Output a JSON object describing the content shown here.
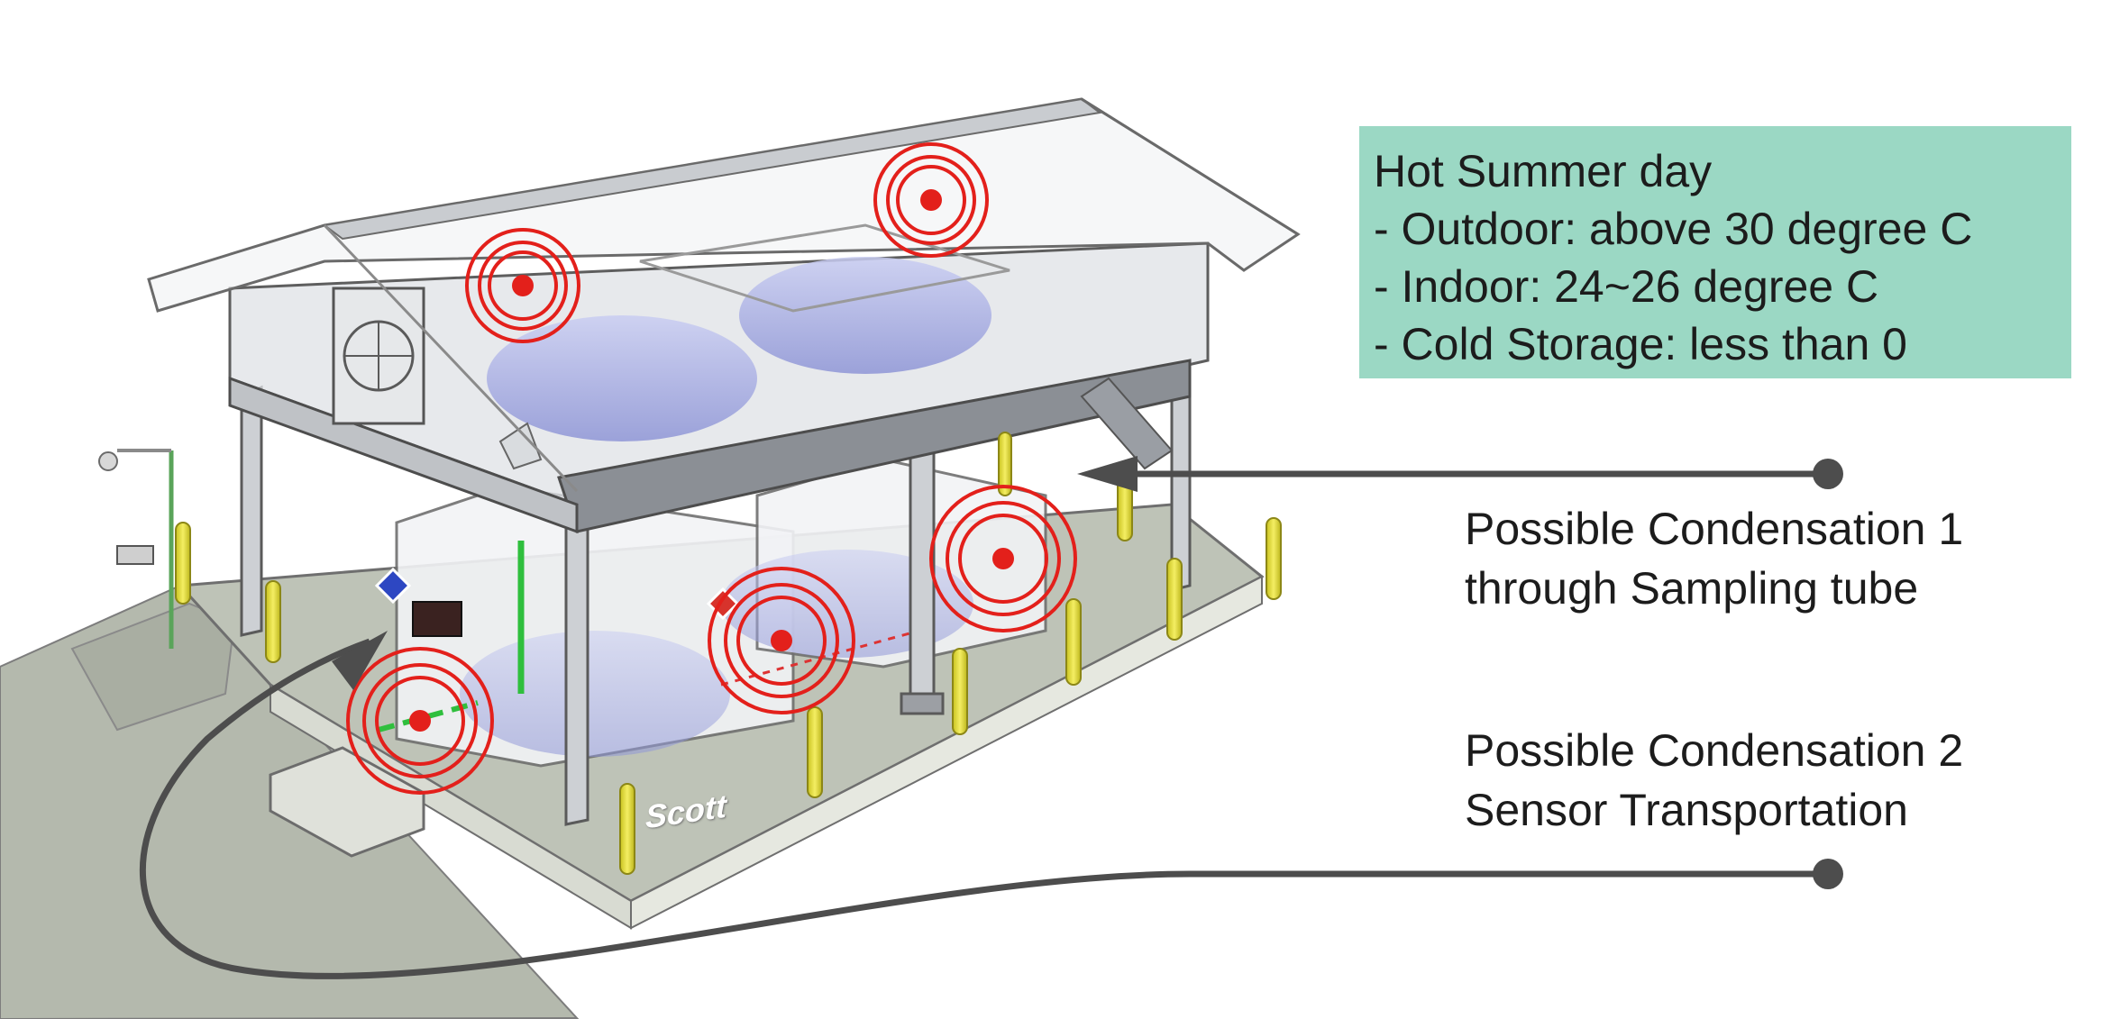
{
  "conditions": {
    "title": "Hot Summer day",
    "items": [
      "- Outdoor: above 30 degree C",
      "- Indoor: 24~26 degree C",
      "- Cold Storage: less than 0"
    ]
  },
  "callouts": [
    {
      "line1": "Possible Condensation 1",
      "line2": "through Sampling tube"
    },
    {
      "line1": "Possible Condensation 2",
      "line2": "Sensor Transportation"
    }
  ],
  "brand_mark": "Scott",
  "colors": {
    "info_box": "#9bd8c4",
    "signal_ring": "#e3201b",
    "callout_line": "#4d4d4d",
    "bollard": "#e8e13a",
    "tank": "#9aa1dd",
    "ground": "#b9beb3"
  }
}
